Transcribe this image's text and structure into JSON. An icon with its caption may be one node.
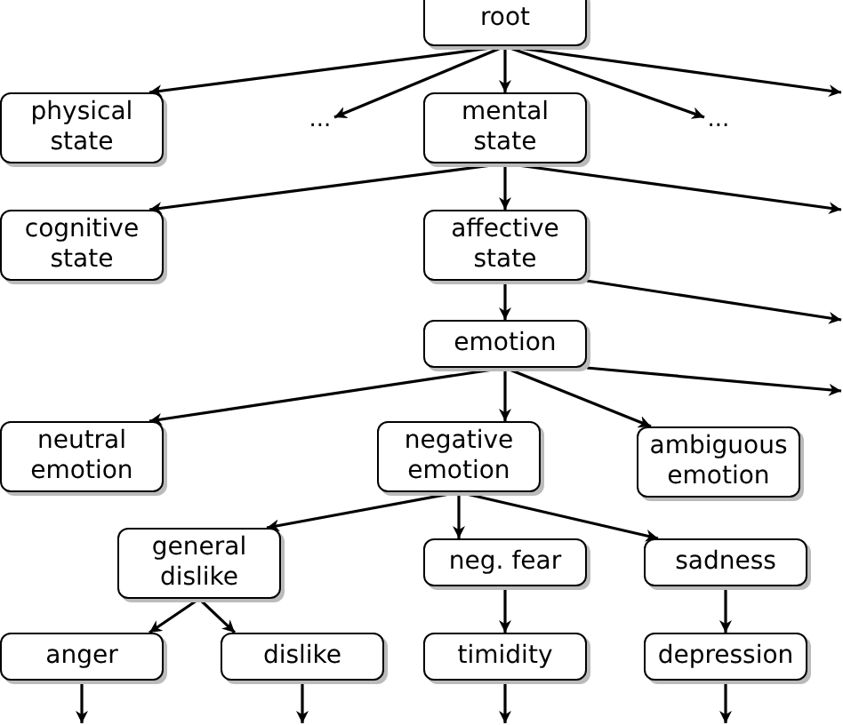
{
  "diagram": {
    "nodes": [
      {
        "text": [
          "root"
        ]
      },
      {
        "text": [
          "physical state"
        ]
      },
      {
        "text": [
          "..."
        ]
      },
      {
        "text": [
          "mental state"
        ]
      },
      {
        "text": [
          "..."
        ]
      },
      {
        "text": [
          "cognitive state"
        ]
      },
      {
        "text": [
          "affective state"
        ]
      },
      {
        "text": [
          "emotion"
        ]
      },
      {
        "text": [
          "neutral emotion"
        ]
      },
      {
        "text": [
          "negative emotion"
        ]
      },
      {
        "text": [
          "ambiguous emotion"
        ]
      },
      {
        "text": [
          "general dislike"
        ]
      },
      {
        "text": [
          "neg. fear"
        ]
      },
      {
        "text": [
          "sadness"
        ]
      },
      {
        "text": [
          "anger"
        ]
      },
      {
        "text": [
          "dislike"
        ]
      },
      {
        "text": [
          "timidity"
        ]
      },
      {
        "text": [
          "depression"
        ]
      }
    ],
    "edges": [
      {
        "from": 0,
        "to": 1,
        "arrow": "to"
      },
      {
        "from": 0,
        "to": 2,
        "arrow": "to"
      },
      {
        "from": 0,
        "to": 3,
        "arrow": "to"
      },
      {
        "from": 0,
        "to": 4,
        "arrow": "to"
      },
      {
        "from": 0,
        "to": null,
        "arrow": "to"
      },
      {
        "from": 3,
        "to": 5,
        "arrow": "to"
      },
      {
        "from": 3,
        "to": 6,
        "arrow": "to"
      },
      {
        "from": 3,
        "to": null,
        "arrow": "to"
      },
      {
        "from": 6,
        "to": 7,
        "arrow": "to"
      },
      {
        "from": 6,
        "to": null,
        "arrow": "to"
      },
      {
        "from": 7,
        "to": 8,
        "arrow": "to"
      },
      {
        "from": 7,
        "to": 9,
        "arrow": "to"
      },
      {
        "from": 7,
        "to": 10,
        "arrow": "to"
      },
      {
        "from": 7,
        "to": null,
        "arrow": "to"
      },
      {
        "from": 9,
        "to": 11,
        "arrow": "to"
      },
      {
        "from": 9,
        "to": 12,
        "arrow": "to"
      },
      {
        "from": 9,
        "to": 13,
        "arrow": "to"
      },
      {
        "from": 11,
        "to": 14,
        "arrow": "to"
      },
      {
        "from": 11,
        "to": 15,
        "arrow": "to"
      },
      {
        "from": 12,
        "to": 16,
        "arrow": "to"
      },
      {
        "from": 13,
        "to": 17,
        "arrow": "to"
      },
      {
        "from": 14,
        "to": null,
        "arrow": "to"
      },
      {
        "from": 15,
        "to": null,
        "arrow": "to"
      },
      {
        "from": 16,
        "to": null,
        "arrow": "to"
      },
      {
        "from": 17,
        "to": null,
        "arrow": "to"
      }
    ]
  }
}
